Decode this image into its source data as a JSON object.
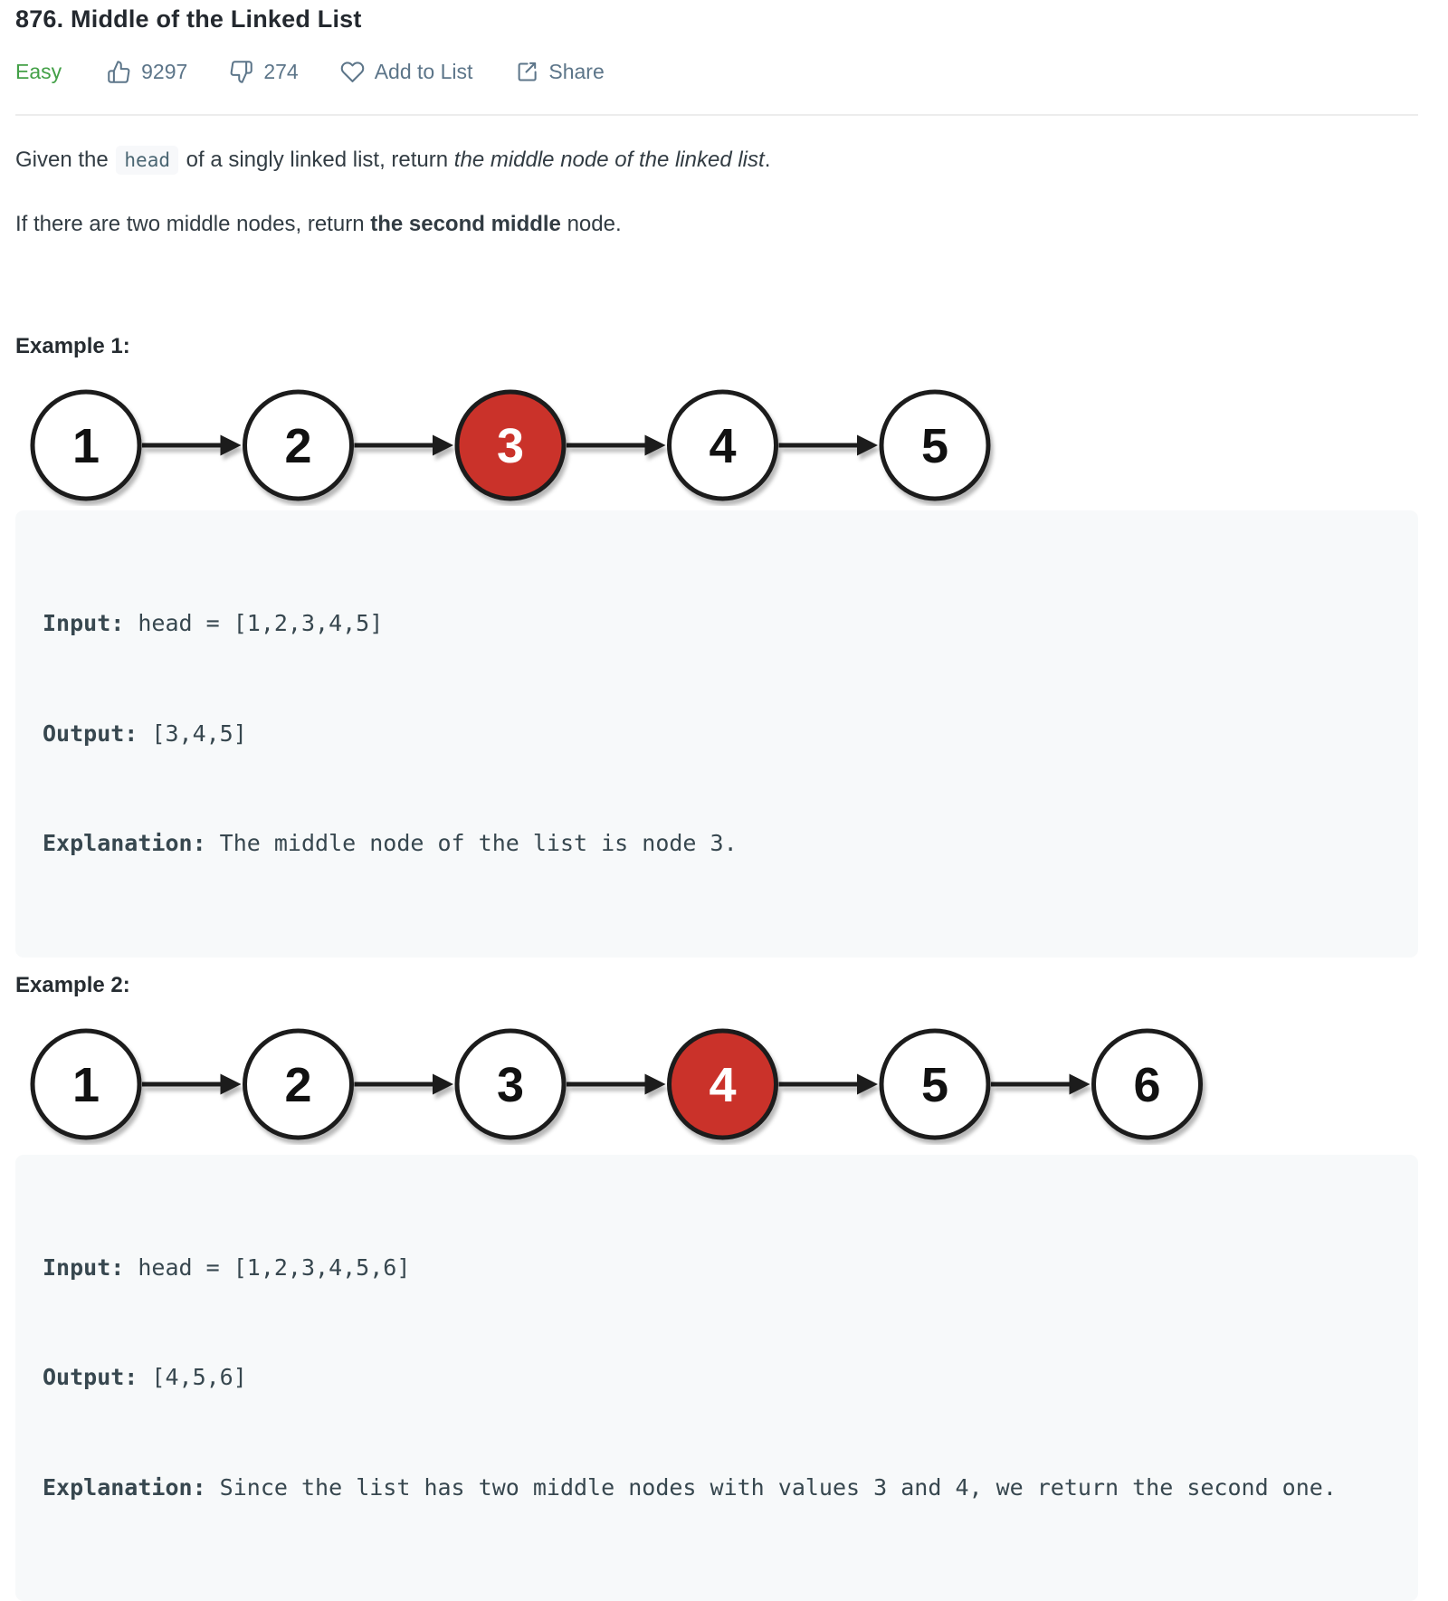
{
  "page": {
    "title": "876. Middle of the Linked List",
    "meta": {
      "difficulty": "Easy",
      "likes": "9297",
      "dislikes": "274",
      "add_to_list_label": "Add to List",
      "share_label": "Share"
    },
    "colors": {
      "difficulty_green": "#43a047",
      "meta_gray": "#5c7589",
      "node_highlight_red": "#ca332b",
      "code_block_bg": "#f7f9fa"
    }
  },
  "description": {
    "p1_prefix": "Given the ",
    "p1_code": "head",
    "p1_mid": " of a singly linked list, return ",
    "p1_italic": "the middle node of the linked list",
    "p1_suffix": ".",
    "p2_prefix": "If there are two middle nodes, return ",
    "p2_bold": "the second middle",
    "p2_suffix": " node."
  },
  "examples": [
    {
      "label": "Example 1:",
      "diagram": {
        "type": "linked-list",
        "nodes": [
          "1",
          "2",
          "3",
          "4",
          "5"
        ],
        "highlighted_index": 2,
        "highlight_color": "#ca332b",
        "node_fill": "#ffffff",
        "stroke": "#1a1a1a"
      },
      "io": {
        "input_label": "Input:",
        "input_text": " head = [1,2,3,4,5]",
        "output_label": "Output:",
        "output_text": " [3,4,5]",
        "explanation_label": "Explanation:",
        "explanation_text": " The middle node of the list is node 3."
      }
    },
    {
      "label": "Example 2:",
      "diagram": {
        "type": "linked-list",
        "nodes": [
          "1",
          "2",
          "3",
          "4",
          "5",
          "6"
        ],
        "highlighted_index": 3,
        "highlight_color": "#ca332b",
        "node_fill": "#ffffff",
        "stroke": "#1a1a1a"
      },
      "io": {
        "input_label": "Input:",
        "input_text": " head = [1,2,3,4,5,6]",
        "output_label": "Output:",
        "output_text": " [4,5,6]",
        "explanation_label": "Explanation:",
        "explanation_text": " Since the list has two middle nodes with values 3 and 4, we return the second one."
      }
    }
  ]
}
